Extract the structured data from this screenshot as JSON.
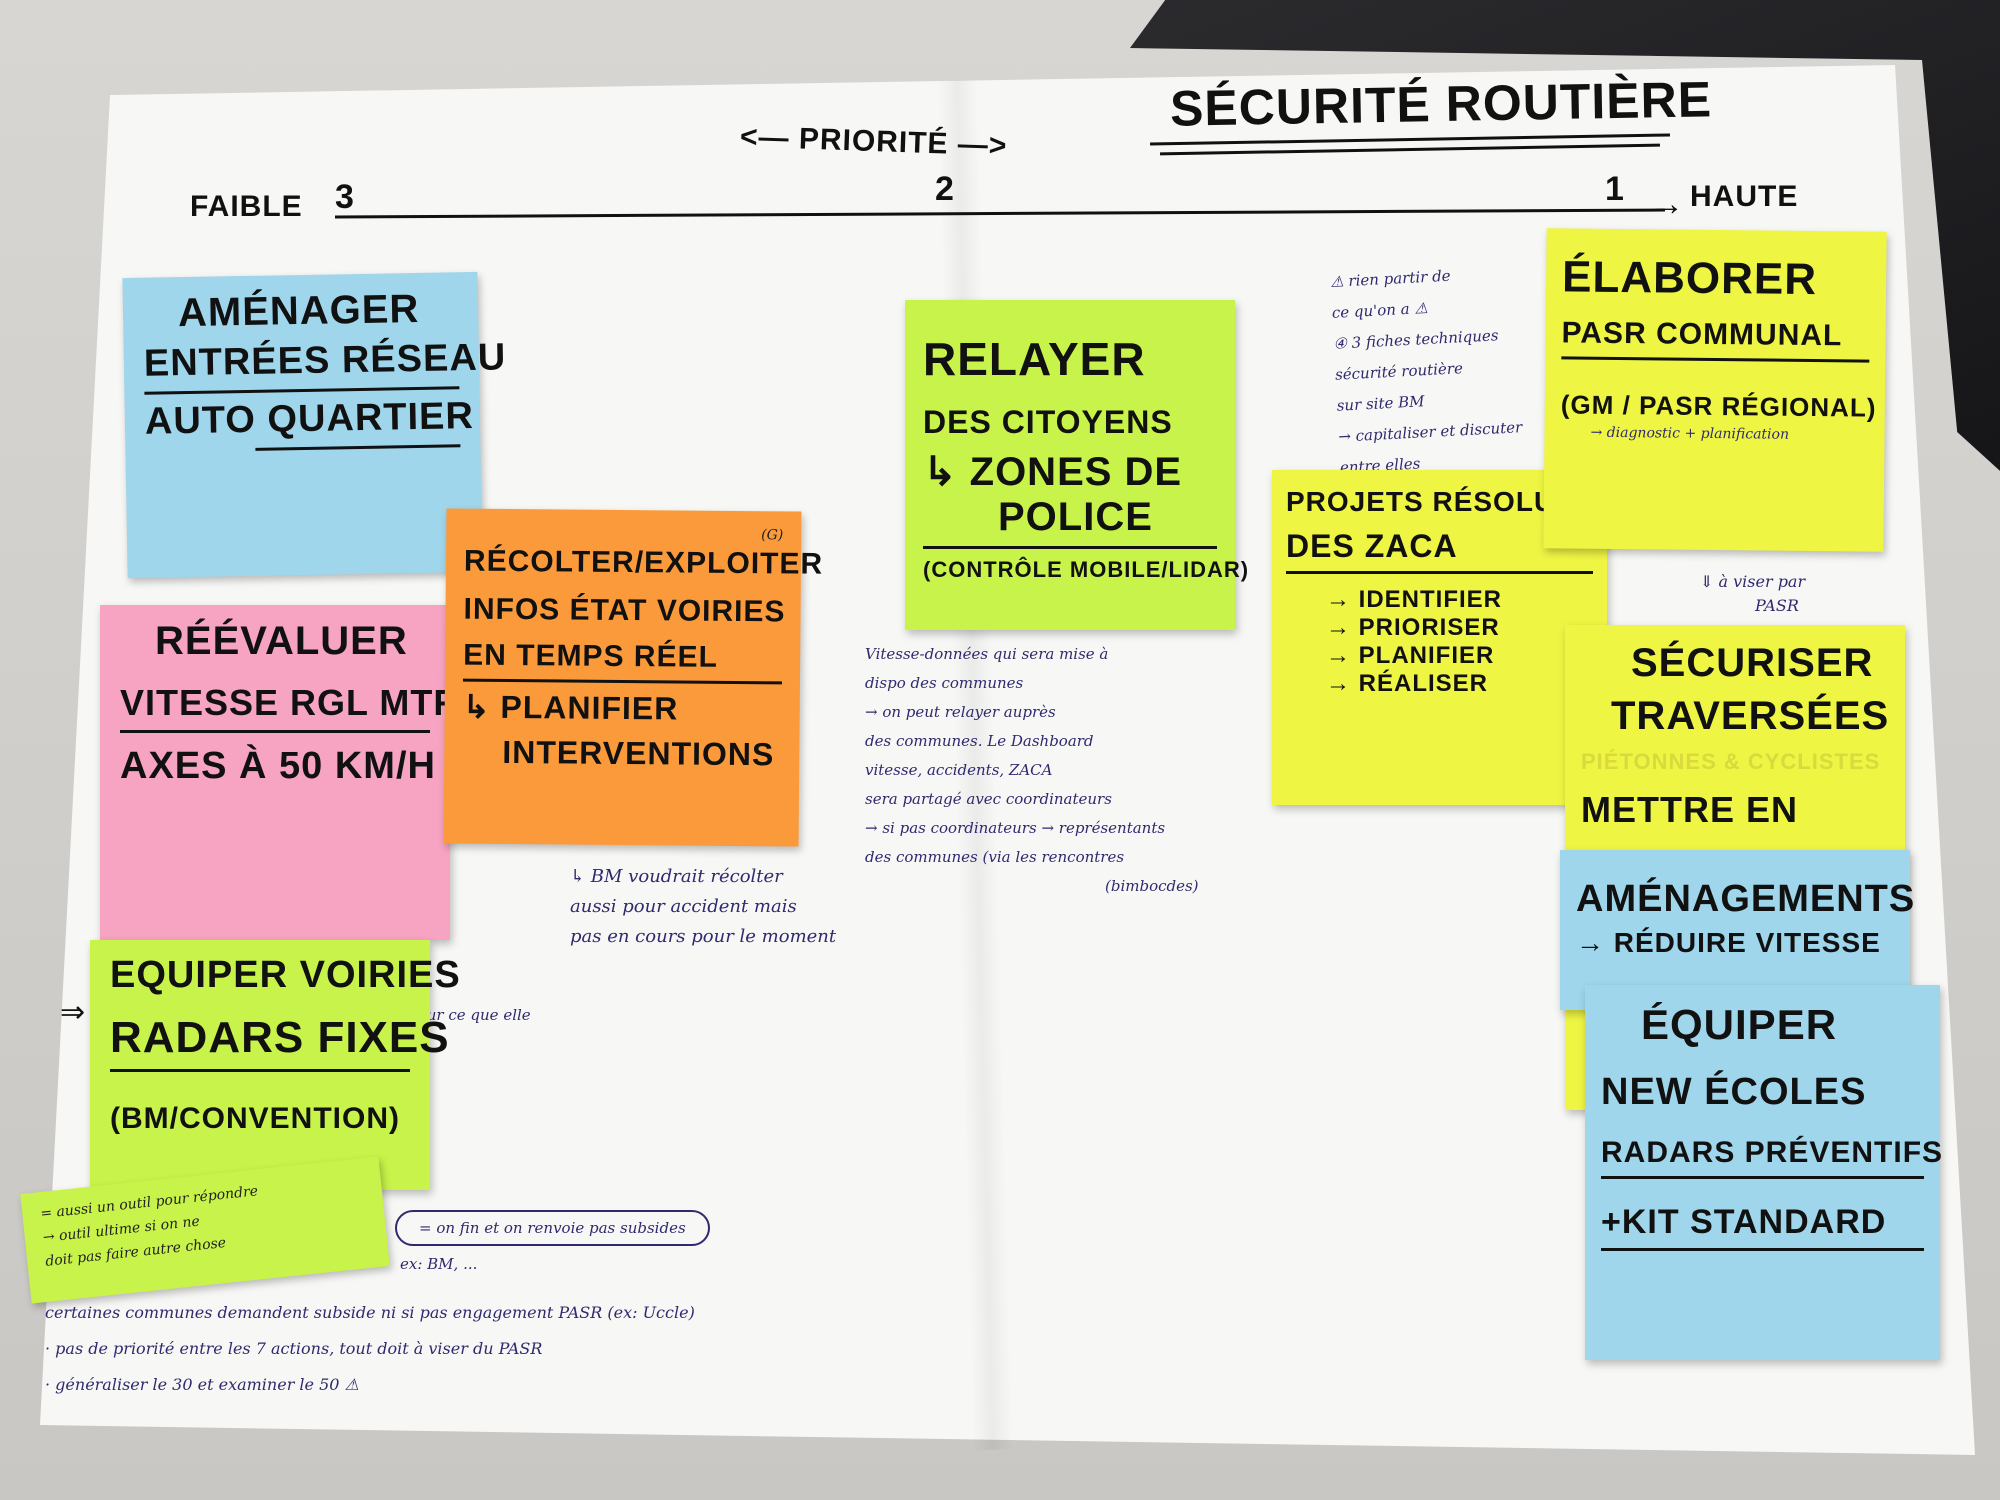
{
  "colors": {
    "blue": "#9fd6ec",
    "pink": "#f7a3c2",
    "orange": "#fb9a3b",
    "green": "#c8f34a",
    "yellow": "#eff543",
    "paper": "#f7f7f5"
  },
  "header": {
    "title": "Sécurité Routière",
    "priority": "<— Priorité —>",
    "low": "Faible",
    "num3": "3",
    "num2": "2",
    "num1": "1",
    "high": "Haute"
  },
  "notes": {
    "blue1": {
      "lines": [
        "Aménager",
        "Entrées réseau",
        "Auto quartier"
      ]
    },
    "pink": {
      "lines": [
        "Réévaluer",
        "Vitesse rgl mtre",
        "Axes à 50 km/h"
      ]
    },
    "green_left": {
      "lines": [
        "Equiper voiries",
        "Radars fixes"
      ],
      "sub": "(BM/convention)"
    },
    "orange": {
      "tag": "(G)",
      "lines": [
        "Récolter/exploiter",
        "infos état voiries",
        "en temps réel",
        "↳ Planifier",
        "interventions"
      ]
    },
    "green_mid": {
      "lines": [
        "Relayer",
        "des citoyens",
        "↳ Zones de",
        "police"
      ],
      "sub": "(Contrôle mobile/Lidar)"
    },
    "yellow_proj": {
      "lines": [
        "Projets résolution",
        "des ZACA"
      ],
      "steps": [
        "→ Identifier",
        "→ Prioriser",
        "→ Planifier",
        "→ Réaliser"
      ]
    },
    "yellow_top": {
      "lines": [
        "Élaborer",
        "PASR communal"
      ],
      "sub": "(GM / PASR Régional)",
      "small": "→ diagnostic + planification"
    },
    "yellow_sec": {
      "lines": [
        "Sécuriser",
        "Traversées"
      ],
      "partial": "Piétonnes & cyclistes",
      "extra": "Mettre en"
    },
    "blue2": {
      "lines": [
        "Aménagements"
      ],
      "partial": "→ Réduire vitesse"
    },
    "blue3": {
      "lines": [
        "Équiper",
        "new écoles",
        "radars préventifs",
        "+kit standard"
      ]
    }
  },
  "annotations": {
    "right_top": [
      "⚠ rien partir de",
      "ce qu'on a ⚠",
      "④ 3 fiches techniques",
      "sécurité routière",
      "sur site BM",
      "→ capitaliser et discuter",
      "entre elles"
    ],
    "right_mid": [
      "⇓ à viser par",
      "PASR"
    ],
    "below_orange": [
      "↳ BM voudrait récolter",
      "aussi pour accident mais",
      "pas en cours pour le moment"
    ],
    "below_green": [
      "Vitesse-données qui sera mise à",
      "dispo des communes",
      "→ on peut relayer auprès",
      "des communes. Le Dashboard",
      "vitesse, accidents, ZACA",
      "sera partagé avec coordinateurs",
      "→ si pas coordinateurs → représentants",
      "des communes (via les rencontres",
      "(bimbocdes)"
    ],
    "bottom_left": [
      "= aussi un outil pour répondre",
      "→ outil ultime si on ne",
      "doit pas faire autre chose",
      "certaines communes demandent subside ni si pas engagement PASR (ex: Uccle)",
      "· pas de priorité entre les 7 actions, tout doit à viser du PASR",
      "· généraliser le 30 et examiner le 50 ⚠"
    ],
    "left_arrow": "⇒",
    "left_arrow_text": "... sur ce que elle",
    "circled": "= on fin et on renvoie pas subsides",
    "ex": "ex: BM, ..."
  }
}
